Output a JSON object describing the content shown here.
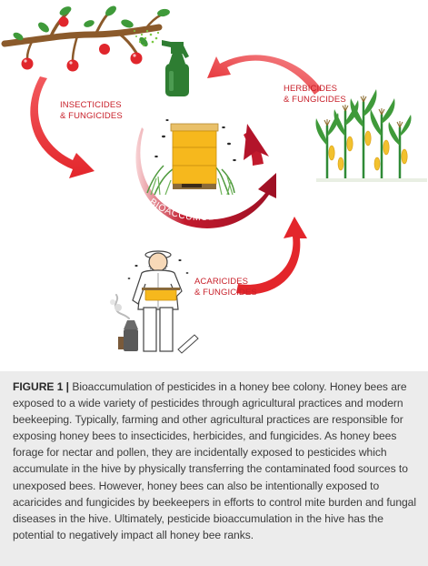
{
  "diagram": {
    "labels": {
      "insecticides_line1": "INSECTICIDES",
      "insecticides_line2": "& FUNGICIDES",
      "herbicides_line1": "HERBICIDES",
      "herbicides_line2": "& FUNGICIDES",
      "acaricides_line1": "ACARICIDES",
      "acaricides_line2": "& FUNGICIDES",
      "bioaccumulation": "BIOACCUMULATION"
    },
    "colors": {
      "arrow_red": "#e3262b",
      "ring_dark": "#b3142a",
      "hive_yellow": "#f6b81d",
      "hive_roof": "#e9c069",
      "tree_branch": "#8b5a2b",
      "leaf_green": "#3f9a3a",
      "apple_red": "#e0262c",
      "sprayer_green": "#2e7d32",
      "corn_yellow": "#f2c12e",
      "caption_bg": "#ececec"
    },
    "icons": [
      "apple-tree-branch-icon",
      "spray-bottle-icon",
      "beehive-icon",
      "corn-field-icon",
      "beekeeper-icon",
      "bee-smoker-icon",
      "hive-tool-icon"
    ]
  },
  "caption": {
    "figure_id": "FIGURE 1 |",
    "text": "Bioaccumulation of pesticides in a honey bee colony. Honey bees are exposed to a wide variety of pesticides through agricultural practices and modern beekeeping. Typically, farming and other agricultural practices are responsible for exposing honey bees to insecticides, herbicides, and fungicides. As honey bees forage for nectar and pollen, they are incidentally exposed to pesticides which accumulate in the hive by physically transferring the contaminated food sources to unexposed bees. However, honey bees can also be intentionally exposed to acaricides and fungicides by beekeepers in efforts to control mite burden and fungal diseases in the hive. Ultimately, pesticide bioaccumulation in the hive has the potential to negatively impact all honey bee ranks."
  }
}
